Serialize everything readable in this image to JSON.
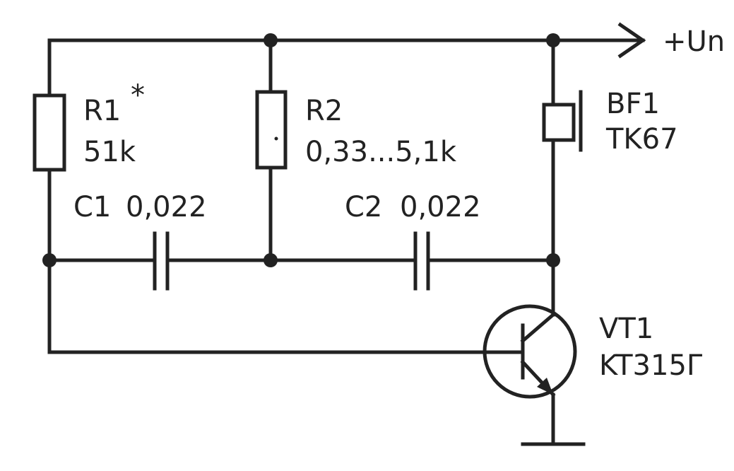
{
  "supply": {
    "label": "+Un"
  },
  "r1": {
    "name": "R1",
    "value": "51k",
    "mark": "*"
  },
  "r2": {
    "name": "R2",
    "value": "0,33...5,1k"
  },
  "c1": {
    "name": "C1",
    "value": "0,022"
  },
  "c2": {
    "name": "C2",
    "value": "0,022"
  },
  "bf1": {
    "name": "BF1",
    "model": "TK67"
  },
  "vt1": {
    "name": "VT1",
    "model": "KT315Г"
  }
}
